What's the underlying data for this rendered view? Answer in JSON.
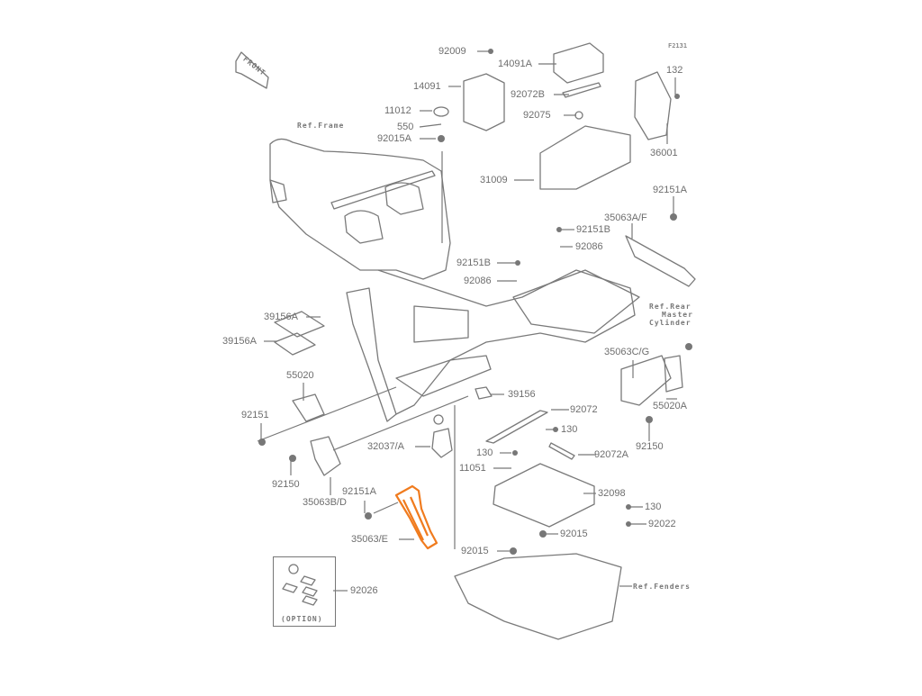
{
  "diagram": {
    "figure_code": "F2131",
    "front_marker": "FRONT",
    "highlight_color": "#f07b1e",
    "line_color": "#777777",
    "highlighted_part": "35063/E",
    "references": {
      "frame": "Ref.Frame",
      "rear_master_cylinder": [
        "Ref.Rear",
        "Master",
        "Cylinder"
      ],
      "fenders": "Ref.Fenders"
    },
    "option_box": {
      "label": "(OPTION)",
      "part": "92026"
    },
    "labels": {
      "p92009": "92009",
      "p14091A": "14091A",
      "p14091": "14091",
      "p92072B": "92072B",
      "p11012": "11012",
      "p92075": "92075",
      "p550": "550",
      "p92015A": "92015A",
      "p132": "132",
      "p36001": "36001",
      "p31009": "31009",
      "p92151A_top": "92151A",
      "p35063AF": "35063A/F",
      "p92151B_r": "92151B",
      "p92086_r": "92086",
      "p92151B_l": "92151B",
      "p92086_l": "92086",
      "p39156A_1": "39156A",
      "p39156A_2": "39156A",
      "p55020": "55020",
      "p92151": "92151",
      "p92150_l": "92150",
      "p35063BD": "35063B/D",
      "p32037A": "32037/A",
      "p92151A_l": "92151A",
      "p35063E": "35063/E",
      "p39156": "39156",
      "p92072": "92072",
      "p35063CG": "35063C/G",
      "p55020A": "55020A",
      "p92150_r": "92150",
      "p130_a": "130",
      "p130_b": "130",
      "p92072A": "92072A",
      "p11051": "11051",
      "p32098": "32098",
      "p130_c": "130",
      "p92022": "92022",
      "p92015_r": "92015",
      "p92015_l": "92015"
    }
  }
}
